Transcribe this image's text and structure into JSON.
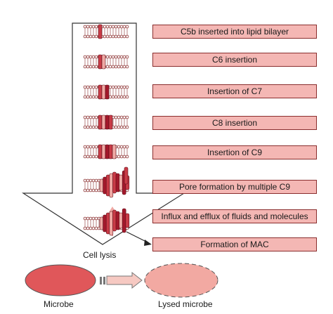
{
  "steps": [
    {
      "label": "C5b inserted into lipid bilayer",
      "proteins": 1
    },
    {
      "label": "C6 insertion",
      "proteins": 2
    },
    {
      "label": "Insertion of C7",
      "proteins": 3
    },
    {
      "label": "C8 insertion",
      "proteins": 4
    },
    {
      "label": "Insertion of C9",
      "proteins": 5
    },
    {
      "label": "Pore formation by multiple C9",
      "proteins": 9
    },
    {
      "label": "Influx and efflux of fluids and molecules",
      "proteins": 9
    }
  ],
  "mac_label": "Formation of MAC",
  "cell_lysis_label": "Cell lysis",
  "microbe_label": "Microbe",
  "lysed_microbe_label": "Lysed microbe",
  "colors": {
    "label_fill": "#f4b7b4",
    "label_border": "#8a2e2e",
    "protein_dark": "#a3182b",
    "protein_mid": "#c93b47",
    "protein_light": "#f0a9a4",
    "microbe_fill": "#e0575a",
    "lysed_fill": "#f2a9a2",
    "arrow_stroke": "#333333"
  }
}
